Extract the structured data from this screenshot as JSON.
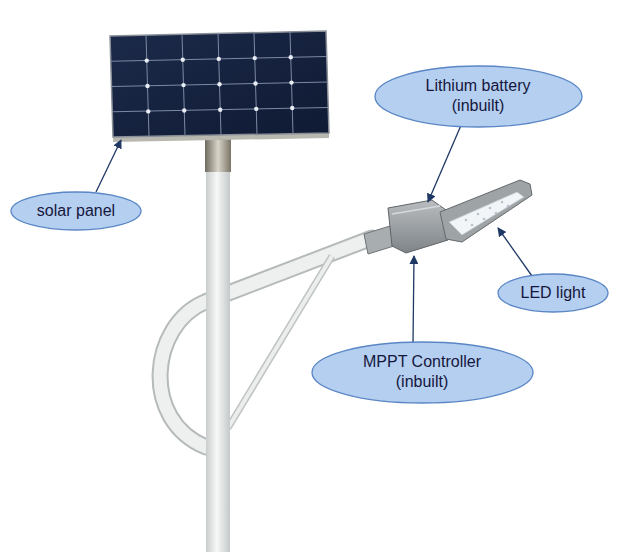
{
  "diagram": {
    "nodes": [
      {
        "text": [
          "Lithium battery (inbuilt)"
        ]
      },
      {
        "text": [
          "solar panel"
        ]
      },
      {
        "text": [
          "LED light"
        ]
      },
      {
        "text": [
          "MPPT Controller (inbuilt)"
        ]
      }
    ]
  }
}
